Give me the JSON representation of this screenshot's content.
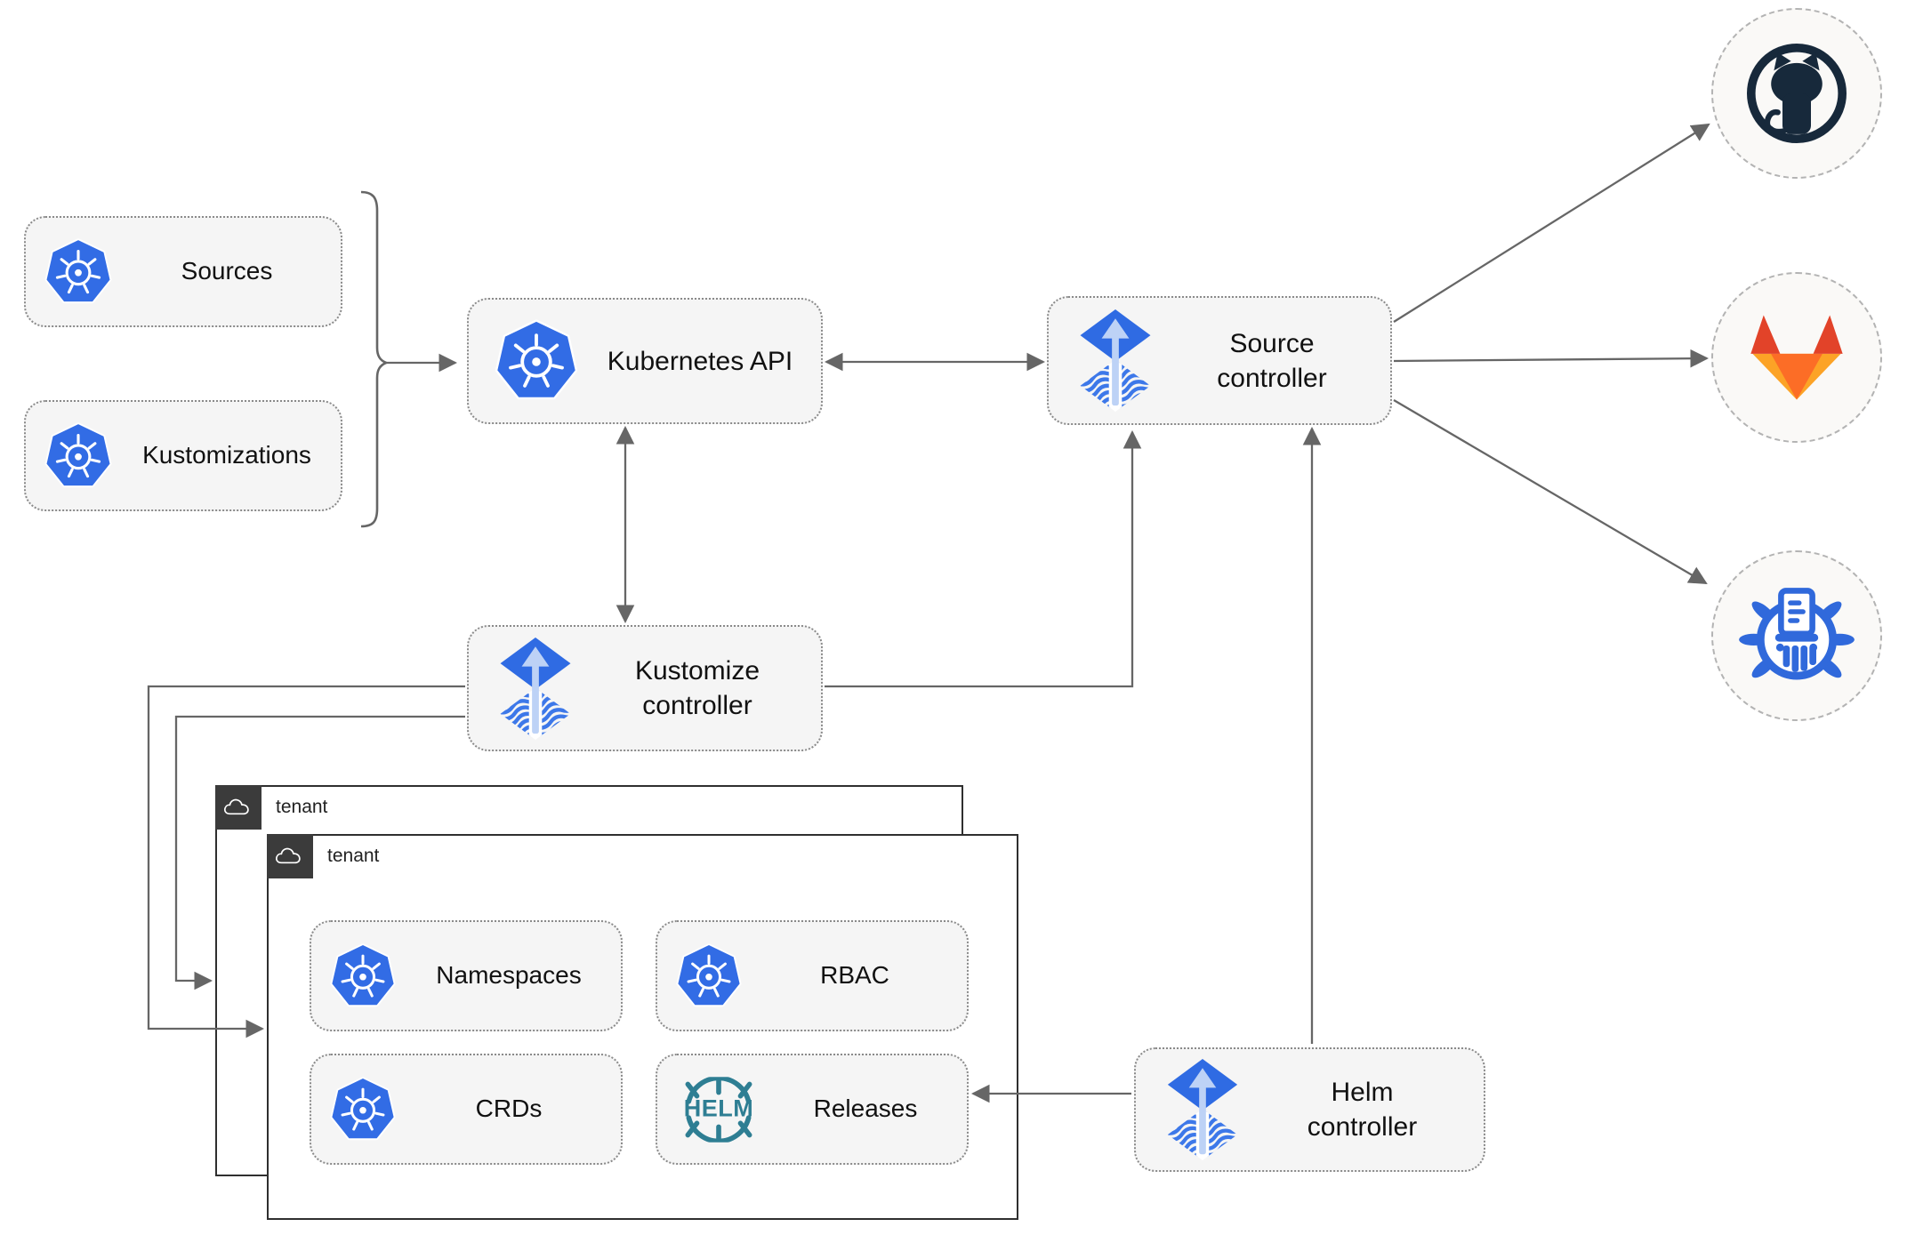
{
  "colors": {
    "canvas_bg": "#ffffff",
    "box_fill": "#f5f5f5",
    "box_border": "#8a8a8a",
    "arrow": "#666666",
    "tenant_border": "#2f2f2f",
    "tenant_badge_bg": "#3b3b3b",
    "k8s_blue": "#326ce5",
    "flux_blue": "#2f6be3",
    "flux_light": "#bdd2f6",
    "flux_stripe": "#3d78e9",
    "helm_teal": "#2e7e93",
    "github_dark": "#17293b",
    "gitlab_red": "#e24329",
    "gitlab_orange": "#fc6d26",
    "gitlab_amber": "#fca326",
    "chartmuseum_blue": "#3069db",
    "circle_fill": "#faf9f7",
    "circle_border": "#b3b3b3",
    "label_color": "#111111"
  },
  "nodes": {
    "sources": {
      "label": "Sources"
    },
    "kustomizations": {
      "label": "Kustomizations"
    },
    "kubernetes_api": {
      "label": "Kubernetes API"
    },
    "source_controller": {
      "label": "Source\ncontroller"
    },
    "kustomize_controller": {
      "label": "Kustomize\ncontroller"
    },
    "helm_controller": {
      "label": "Helm\ncontroller"
    },
    "tenant_back": {
      "label": "tenant"
    },
    "tenant_front": {
      "label": "tenant"
    },
    "namespaces": {
      "label": "Namespaces"
    },
    "rbac": {
      "label": "RBAC"
    },
    "crds": {
      "label": "CRDs"
    },
    "releases": {
      "label": "Releases",
      "icon_wordmark": "HELM"
    }
  }
}
